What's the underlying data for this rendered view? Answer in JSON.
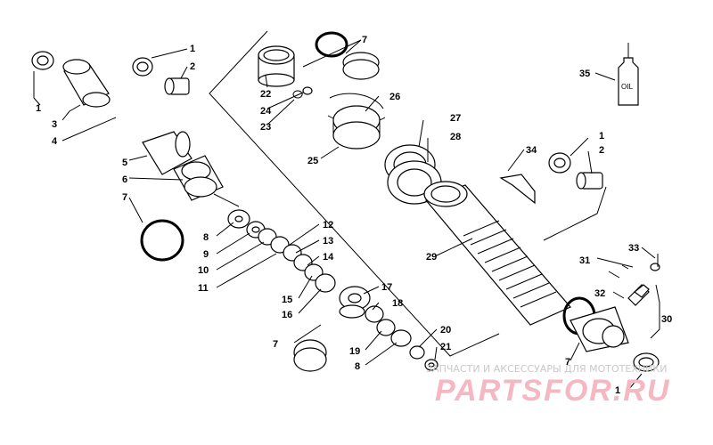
{
  "diagram": {
    "callouts": {
      "c1a": "1",
      "c1b": "1",
      "c1c": "1",
      "c1d": "1",
      "c2a": "2",
      "c2b": "2",
      "c3": "3",
      "c4": "4",
      "c5": "5",
      "c6": "6",
      "c7a": "7",
      "c7b": "7",
      "c7c": "7",
      "c7d": "7",
      "c8a": "8",
      "c8b": "8",
      "c9": "9",
      "c10": "10",
      "c11": "11",
      "c12": "12",
      "c13": "13",
      "c14": "14",
      "c15": "15",
      "c16": "16",
      "c17": "17",
      "c18": "18",
      "c19": "19",
      "c20": "20",
      "c21": "21",
      "c22": "22",
      "c23": "23",
      "c24": "24",
      "c25": "25",
      "c26": "26",
      "c27": "27",
      "c28": "28",
      "c29": "29",
      "c30": "30",
      "c31": "31",
      "c32": "32",
      "c33": "33",
      "c34": "34",
      "c35": "35"
    },
    "oil_label": "OIL"
  },
  "watermark": {
    "text": "ЗАПЧАСТИ И АКСЕССУАРЫ ДЛЯ МОТОТЕХНИКИ",
    "brand": "PARTSFOR.RU"
  }
}
